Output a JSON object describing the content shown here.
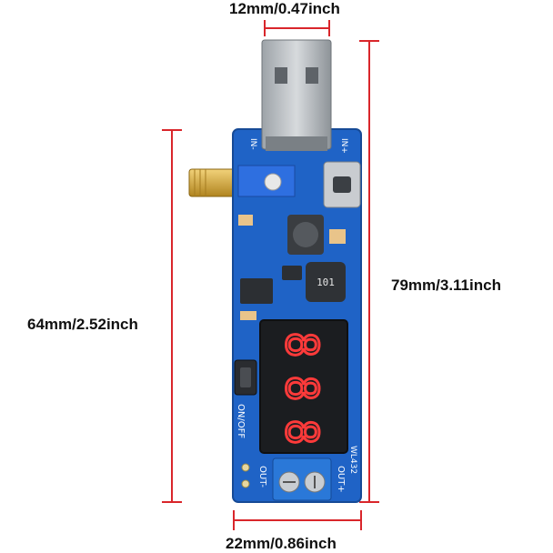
{
  "dimensions": {
    "usb_width": "12mm/0.47inch",
    "total_length": "79mm/3.11inch",
    "board_length": "64mm/2.52inch",
    "board_width": "22mm/0.86inch"
  },
  "board": {
    "silkscreen": {
      "in_minus": "IN-",
      "in_plus": "IN+",
      "on_off": "ON/OFF",
      "out_minus": "OUT-",
      "out_plus": "OUT+",
      "inductor_code": "101",
      "model": "WL432"
    },
    "display_digits": [
      "8",
      "8",
      "8"
    ]
  },
  "colors": {
    "pcb": "#1f63c6",
    "dimension_line": "#d9262b",
    "terminal_block": "#2a78d8",
    "display_segment": "#ff3a3a"
  }
}
